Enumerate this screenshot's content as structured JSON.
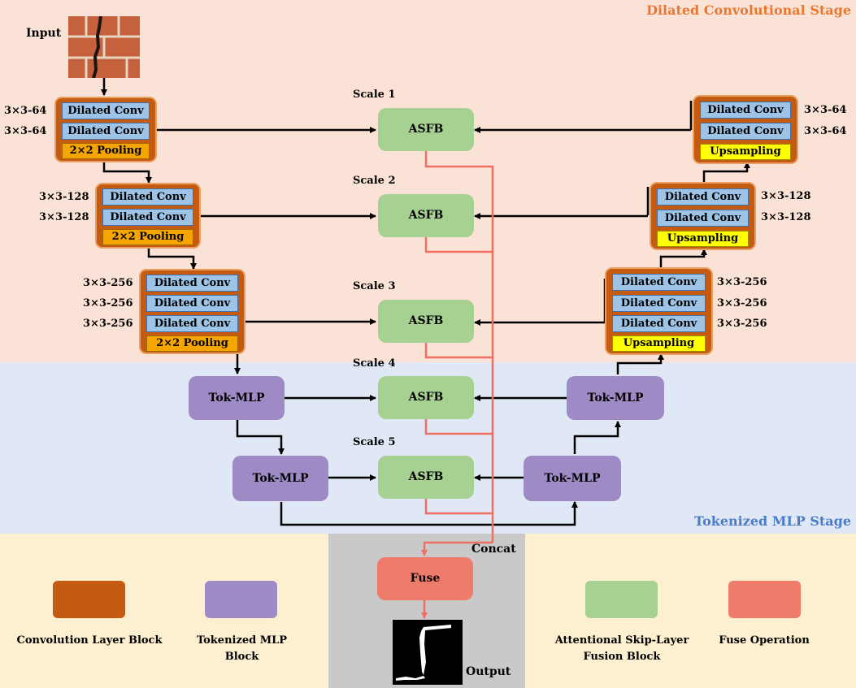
{
  "stages": {
    "dilated": {
      "title": "Dilated Convolutional Stage",
      "color": "#e8782f"
    },
    "tokenized": {
      "title": "Tokenized MLP Stage",
      "color": "#4a7cc7"
    }
  },
  "labels": {
    "input": "Input",
    "output": "Output",
    "concat": "Concat"
  },
  "layers": {
    "dilated_conv": "Dilated Conv",
    "pooling": "2×2 Pooling",
    "upsampling": "Upsampling"
  },
  "sizes": {
    "s64": "3×3-64",
    "s128": "3×3-128",
    "s256": "3×3-256"
  },
  "scales": [
    "Scale 1",
    "Scale 2",
    "Scale 3",
    "Scale 4",
    "Scale 5"
  ],
  "blocks": {
    "asfb": "ASFB",
    "tok_mlp": "Tok-MLP",
    "fuse": "Fuse"
  },
  "legend": [
    {
      "label": "Convolution Layer Block",
      "color": "#c55a11"
    },
    {
      "label": "Tokenized MLP Block",
      "color": "#9e8bc6"
    },
    {
      "label": "Attentional Skip-Layer Fusion Block",
      "color": "#a7d192"
    },
    {
      "label": "Fuse Operation",
      "color": "#ef7c6b"
    }
  ]
}
